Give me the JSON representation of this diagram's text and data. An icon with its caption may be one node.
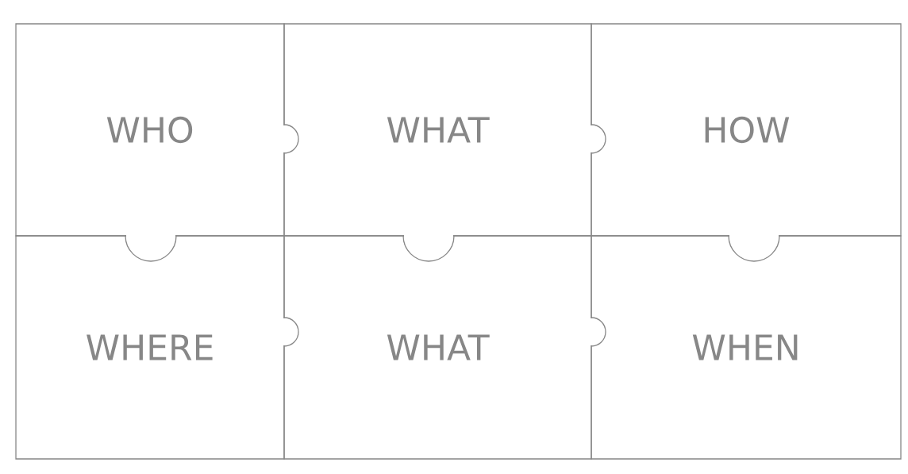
{
  "diagram": {
    "nodes": [
      {
        "text": [
          "WHO"
        ]
      },
      {
        "text": [
          "WHAT"
        ]
      },
      {
        "text": [
          "HOW"
        ]
      },
      {
        "text": [
          "WHERE"
        ]
      },
      {
        "text": [
          "WHAT"
        ]
      },
      {
        "text": [
          "WHEN"
        ]
      }
    ]
  }
}
